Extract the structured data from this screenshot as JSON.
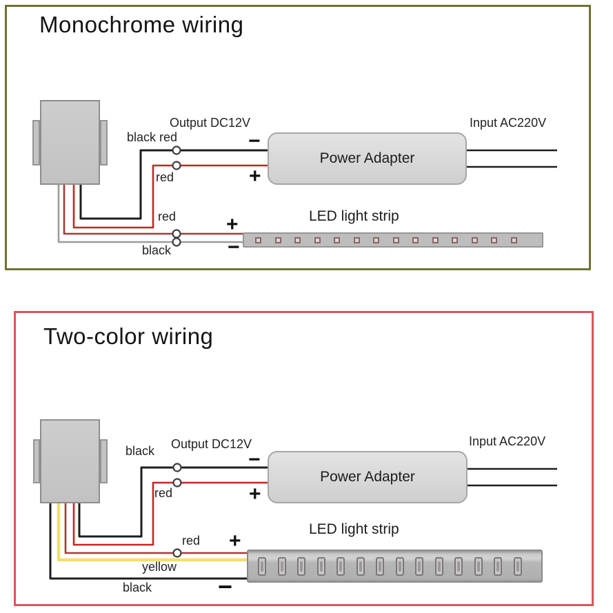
{
  "mono": {
    "title": "Monochrome wiring",
    "output_label": "Output DC12V",
    "input_label": "Input AC220V",
    "adapter_label": "Power Adapter",
    "strip_label": "LED light strip",
    "label_black_red": "black red",
    "label_red_upper": "red",
    "label_red_lower": "red",
    "label_black_lower": "black",
    "sym_minus_adapter": "−",
    "sym_plus_adapter": "+",
    "sym_plus_strip": "+",
    "sym_minus_strip": "−",
    "led_chip_count": 14,
    "colors": {
      "panel_border": "#6f7236",
      "wire_black": "#1d1d1d",
      "wire_red": "#c52525",
      "wire_red_dark": "#a53a3a",
      "wire_gray": "#9b9b9b"
    }
  },
  "duo": {
    "title": "Two-color wiring",
    "output_label": "Output DC12V",
    "input_label": "Input AC220V",
    "adapter_label": "Power Adapter",
    "strip_label": "LED light strip",
    "label_black_upper": "black",
    "label_red_upper": "red",
    "label_red_lower": "red",
    "label_yellow": "yellow",
    "label_black_lower": "black",
    "sym_minus_adapter": "−",
    "sym_plus_adapter": "+",
    "sym_plus_strip": "+",
    "sym_minus_strip": "−",
    "led_module_count": 14,
    "colors": {
      "panel_border": "#da555b",
      "wire_black": "#1d1d1d",
      "wire_red": "#c52525",
      "wire_red_dark": "#b03535",
      "wire_yellow": "#efe06e"
    }
  }
}
